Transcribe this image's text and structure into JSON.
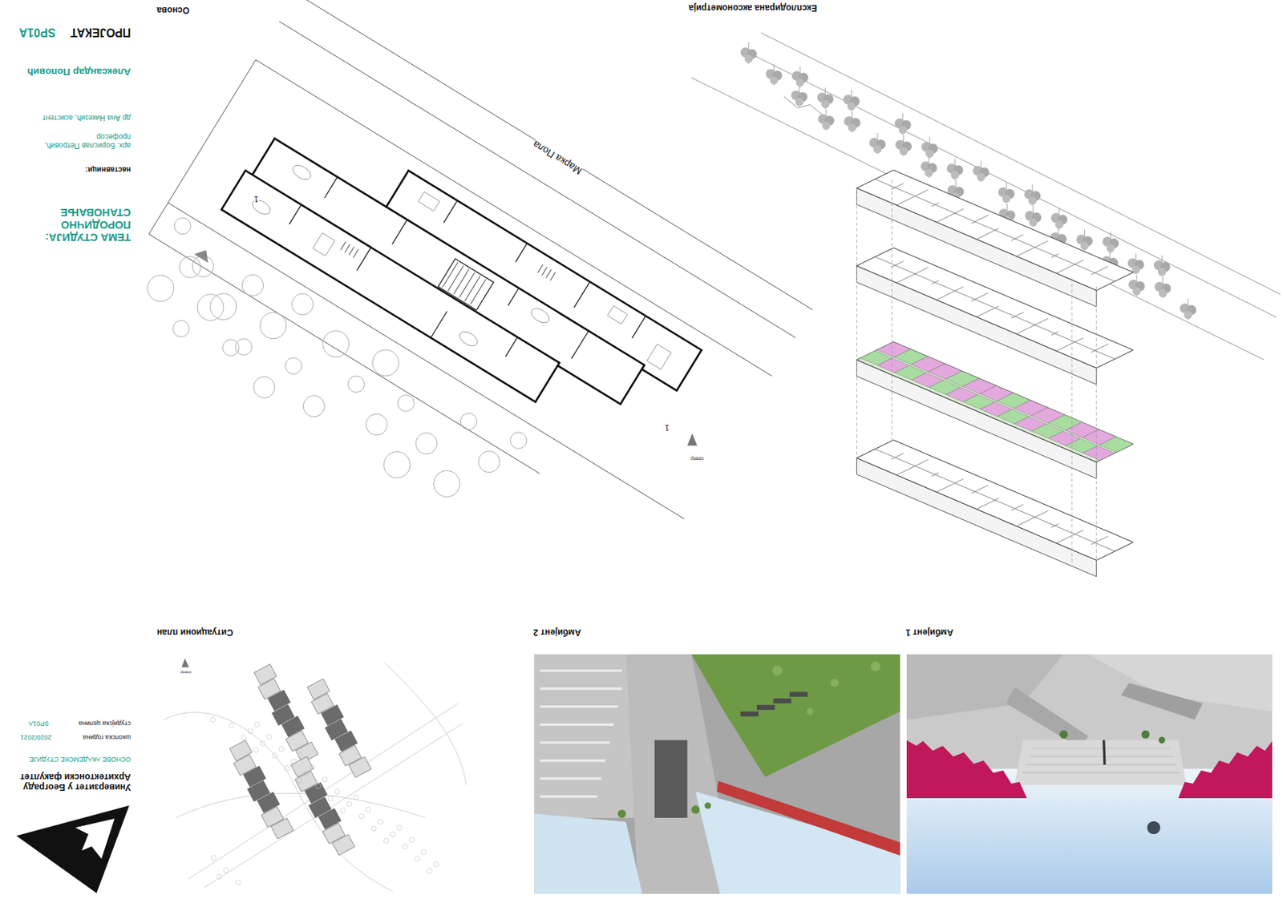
{
  "diagram": {
    "nodes": [
      {
        "text": [
          "Амбијент 1"
        ]
      },
      {
        "text": [
          "Амбијент 2"
        ]
      },
      {
        "text": [
          "Ситуациони план"
        ]
      },
      {
        "text": [
          "Експлодирана аксонометрија"
        ]
      },
      {
        "text": [
          "Основа"
        ]
      }
    ],
    "labels": [
      "Универзитет у Београду",
      "Архитектонски факултет",
      "ОСНОВЕ АКАДЕМСКЕ СТУДИЈЕ",
      "школска година",
      "2020/2021",
      "студијска целина",
      "SP01A",
      "ТЕМА СТУДИЈА: ПОРОДИЧНО СТАНОВАЊЕ",
      "наставници:",
      "арх. Борислав Петровић, професор",
      "др Ана Никезић, асистент",
      "Александар Поповић",
      "ПРОЈЕКАТ",
      "SP01A",
      "Марка Пола",
      "север",
      "север",
      "1",
      "1"
    ]
  }
}
